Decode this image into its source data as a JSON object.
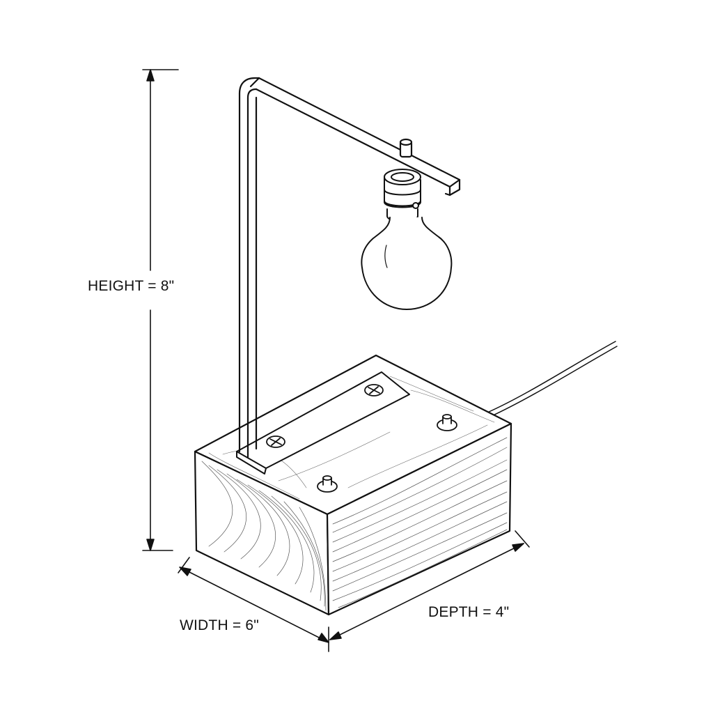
{
  "diagram": {
    "dimensions": {
      "height": "HEIGHT = 8\"",
      "width": "WIDTH = 6\"",
      "depth": "DEPTH = 4\""
    },
    "parts": [
      "wooden-base",
      "metal-arm",
      "light-bulb",
      "mounting-plate",
      "knob",
      "power-cord"
    ],
    "colors": {
      "ink": "#111111",
      "paper": "#ffffff"
    }
  }
}
